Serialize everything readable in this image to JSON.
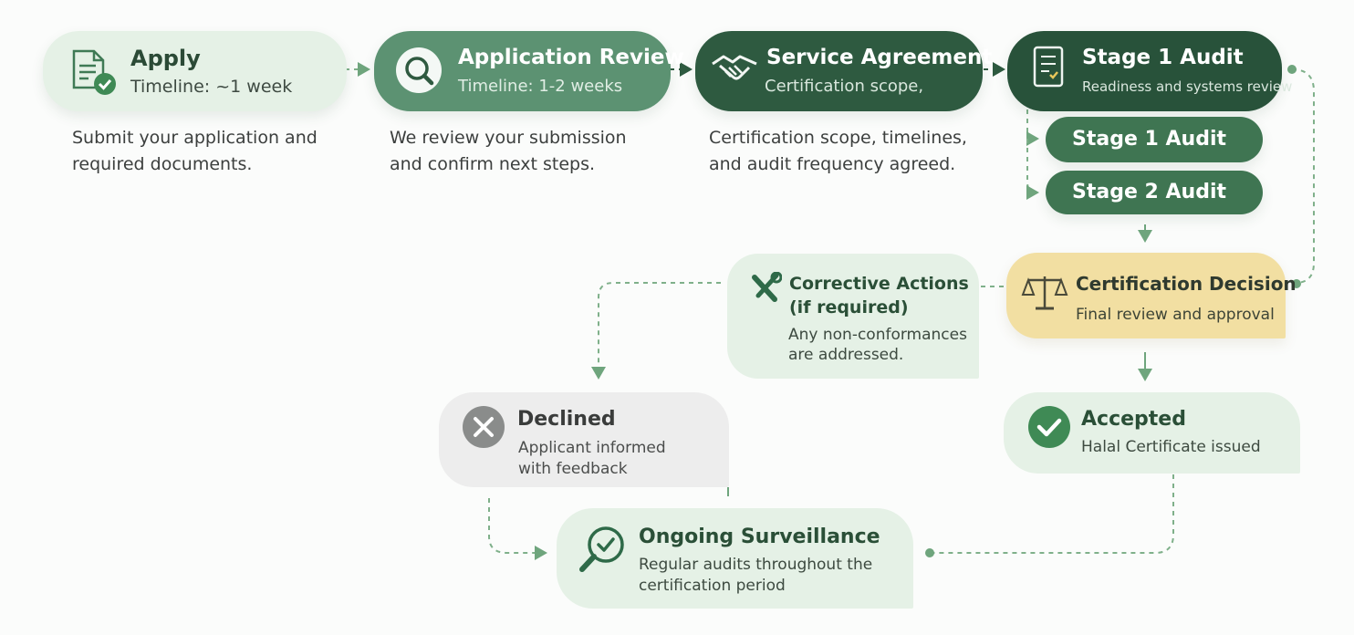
{
  "steps": {
    "apply": {
      "title": "Apply",
      "timeline": "Timeline: ~1 week",
      "description_lines": [
        "Submit your application and",
        "required documents."
      ]
    },
    "review": {
      "title": "Application Review",
      "timeline": "Timeline: 1-2 weeks",
      "description_lines": [
        "We review your submission",
        "and confirm next steps."
      ]
    },
    "agreement": {
      "title": "Service Agreement",
      "subtitle": "Certification scope,",
      "description_lines": [
        "Certification scope, timelines,",
        "and audit frequency agreed."
      ]
    },
    "stage1_audit": {
      "title": "Stage 1 Audit",
      "subtitle": "Readiness and systems review"
    },
    "stage1_sub": {
      "title": "Stage 1 Audit"
    },
    "stage2_sub": {
      "title": "Stage 2 Audit"
    },
    "decision": {
      "title": "Certification Decision",
      "subtitle": "Final review and approval"
    },
    "corrective": {
      "title_lines": [
        "Corrective Actions",
        "(if required)"
      ],
      "subtitle_lines": [
        "Any non-conformances",
        "are addressed."
      ]
    },
    "declined": {
      "title": "Declined",
      "subtitle_lines": [
        "Applicant informed",
        "with feedback"
      ]
    },
    "accepted": {
      "title": "Accepted",
      "subtitle": "Halal Certificate issued"
    },
    "surveillance": {
      "title": "Ongoing Surveillance",
      "subtitle_lines": [
        "Regular audits throughout the",
        "certification period"
      ]
    }
  },
  "colors": {
    "light_green": "#e5f1e6",
    "mid_green": "#5c9272",
    "dark_green": "#2e5a40",
    "decision_yellow": "#f2dfa2",
    "declined_gray": "#ededed",
    "connector": "#7fb08a"
  },
  "icons": {
    "apply": "document-check-icon",
    "review": "magnifier-icon",
    "agreement": "handshake-icon",
    "stage1": "checklist-icon",
    "decision": "scales-icon",
    "corrective": "tools-icon",
    "declined": "x-circle-icon",
    "accepted": "check-circle-icon",
    "surveillance": "magnifier-check-icon"
  }
}
